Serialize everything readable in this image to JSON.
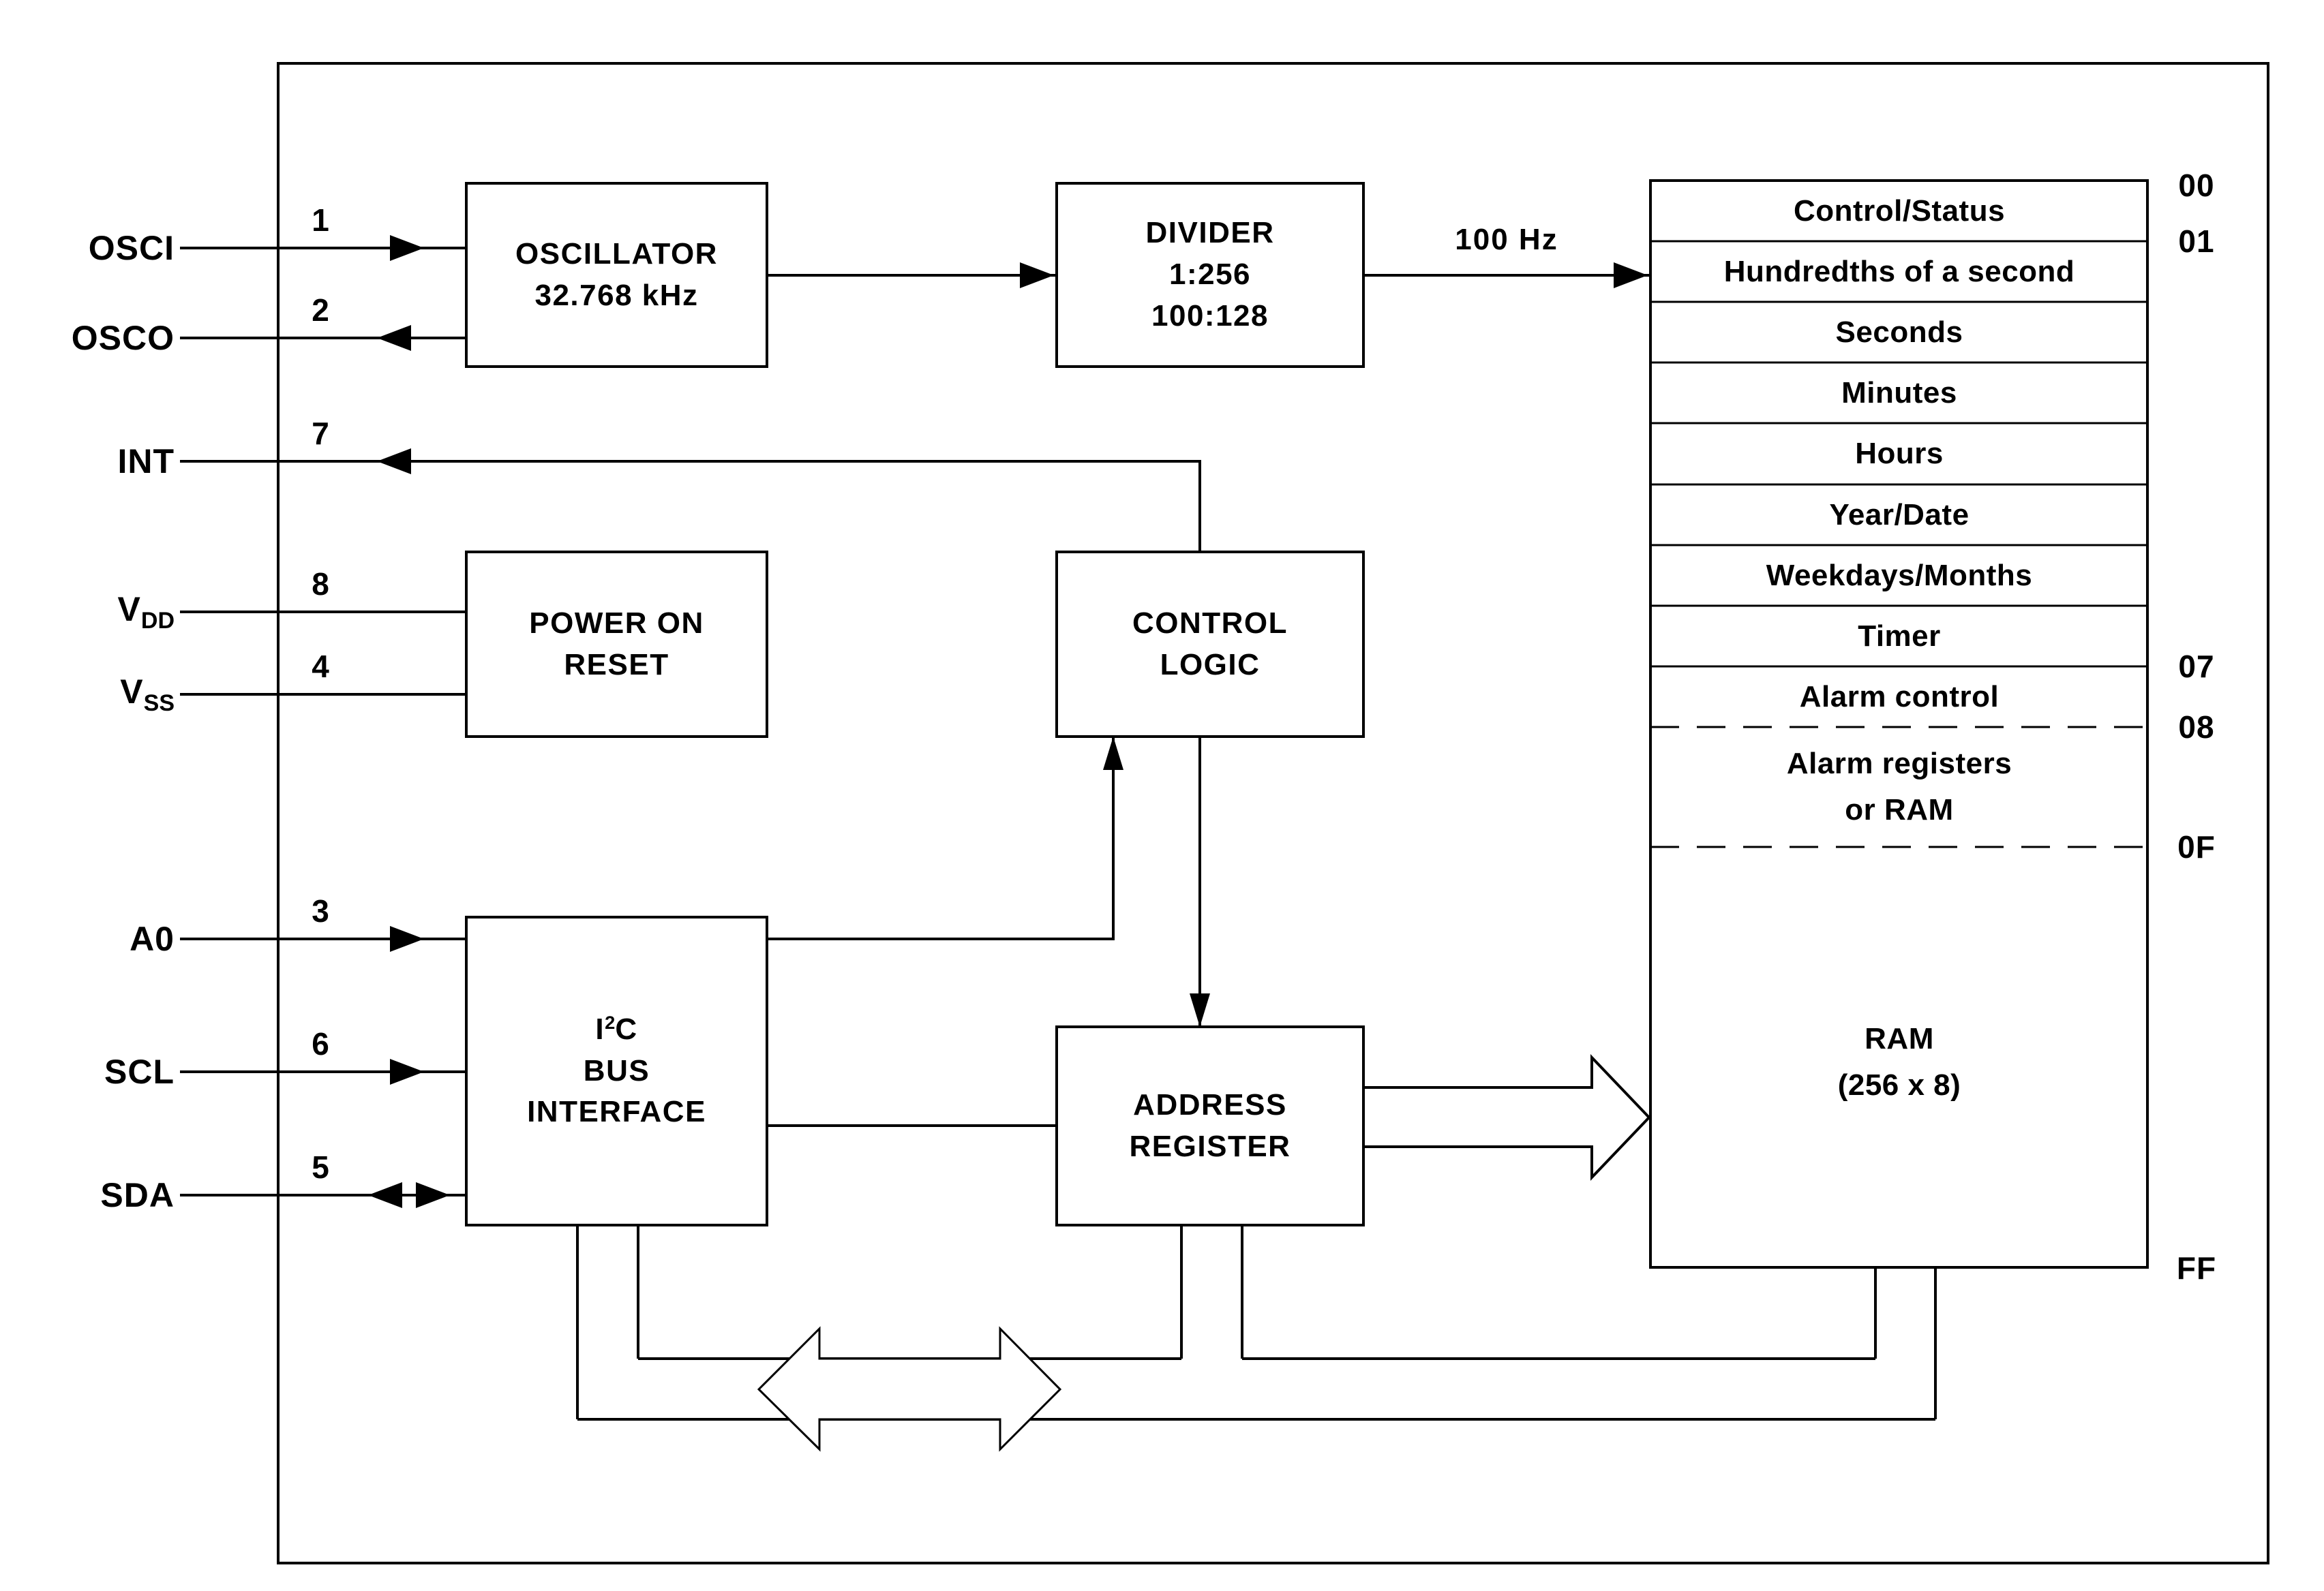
{
  "pins": [
    {
      "id": "osci",
      "label": "OSCI",
      "number": "1"
    },
    {
      "id": "osco",
      "label": "OSCO",
      "number": "2"
    },
    {
      "id": "int",
      "label": "INT",
      "number": "7"
    },
    {
      "id": "vdd",
      "label": "V",
      "sub": "DD",
      "number": "8"
    },
    {
      "id": "vss",
      "label": "V",
      "sub": "SS",
      "number": "4"
    },
    {
      "id": "a0",
      "label": "A0",
      "number": "3"
    },
    {
      "id": "scl",
      "label": "SCL",
      "number": "6"
    },
    {
      "id": "sda",
      "label": "SDA",
      "number": "5"
    }
  ],
  "blocks": {
    "oscillator": {
      "line1": "OSCILLATOR",
      "line2": "32.768 kHz"
    },
    "divider": {
      "line1": "DIVIDER",
      "line2": "1:256",
      "line3": "100:128"
    },
    "power_on_reset": {
      "line1": "POWER ON",
      "line2": "RESET"
    },
    "control_logic": {
      "line1": "CONTROL",
      "line2": "LOGIC"
    },
    "i2c": {
      "pre": "I",
      "sup": "2",
      "post": "C",
      "line2": "BUS",
      "line3": "INTERFACE"
    },
    "address_register": {
      "line1": "ADDRESS",
      "line2": "REGISTER"
    }
  },
  "labels": {
    "clock": "100 Hz"
  },
  "memory_map": {
    "rows": [
      "Control/Status",
      "Hundredths of a second",
      "Seconds",
      "Minutes",
      "Hours",
      "Year/Date",
      "Weekdays/Months",
      "Timer",
      "Alarm control"
    ],
    "alarm_ram": {
      "line1": "Alarm registers",
      "line2": "or RAM"
    },
    "ram": {
      "line1": "RAM",
      "line2": "(256 x 8)"
    },
    "addresses": {
      "a00": "00",
      "a01": "01",
      "a07": "07",
      "a08": "08",
      "a0f": "0F",
      "aff": "FF"
    }
  }
}
